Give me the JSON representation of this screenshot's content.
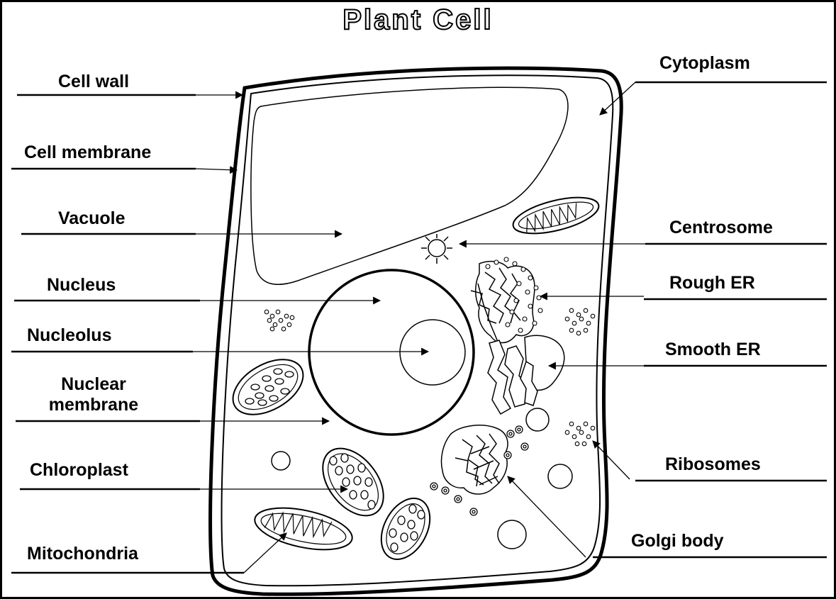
{
  "title": "Plant Cell",
  "labels": {
    "cell_wall": "Cell wall",
    "cell_membrane": "Cell membrane",
    "vacuole": "Vacuole",
    "nucleus": "Nucleus",
    "nucleolus": "Nucleolus",
    "nuclear_membrane_line1": "Nuclear",
    "nuclear_membrane_line2": "membrane",
    "chloroplast": "Chloroplast",
    "mitochondria": "Mitochondria",
    "cytoplasm": "Cytoplasm",
    "centrosome": "Centrosome",
    "rough_er": "Rough ER",
    "smooth_er": "Smooth ER",
    "ribosomes": "Ribosomes",
    "golgi_body": "Golgi body"
  },
  "colors": {
    "ink": "#000000",
    "paper": "#ffffff"
  }
}
